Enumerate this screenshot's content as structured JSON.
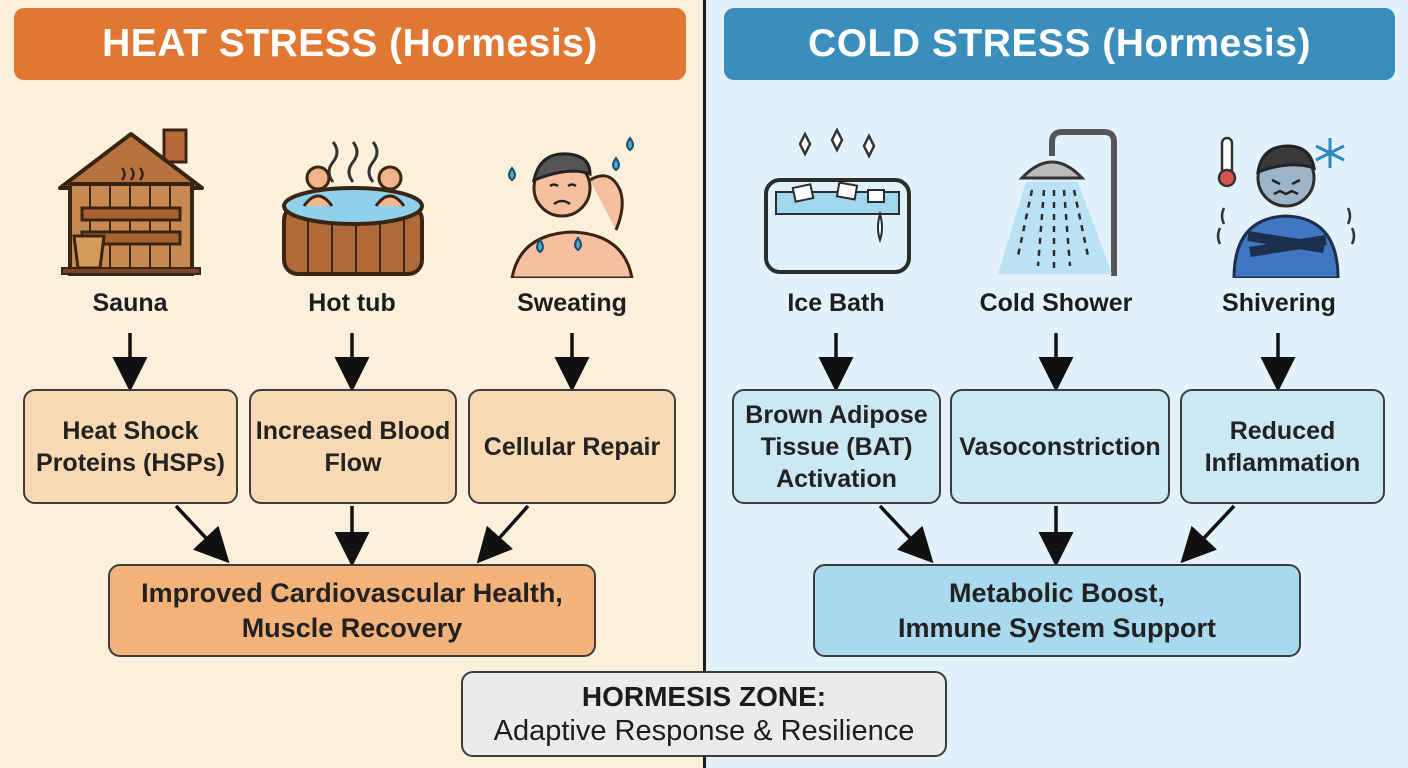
{
  "heat": {
    "banner": "HEAT STRESS (Hormesis)",
    "sources": [
      {
        "label": "Sauna",
        "icon": "sauna-icon"
      },
      {
        "label": "Hot tub",
        "icon": "hot-tub-icon"
      },
      {
        "label": "Sweating",
        "icon": "sweating-person-icon"
      }
    ],
    "effects": [
      "Heat Shock Proteins (HSPs)",
      "Increased Blood Flow",
      "Cellular Repair"
    ],
    "outcome": [
      "Improved Cardiovascular Health,",
      "Muscle Recovery"
    ]
  },
  "cold": {
    "banner": "COLD STRESS (Hormesis)",
    "sources": [
      {
        "label": "Ice Bath",
        "icon": "ice-bath-icon"
      },
      {
        "label": "Cold Shower",
        "icon": "shower-icon"
      },
      {
        "label": "Shivering",
        "icon": "shivering-person-icon"
      }
    ],
    "effects": [
      "Brown Adipose Tissue (BAT) Activation",
      "Vasoconstriction",
      "Reduced Inflammation"
    ],
    "outcome": [
      "Metabolic Boost,",
      "Immune System Support"
    ]
  },
  "zone": {
    "title": "HORMESIS ZONE:",
    "subtitle": "Adaptive Response & Resilience"
  },
  "colors": {
    "heat_banner": "#e07732",
    "heat_bg": "#fbf0dc",
    "heat_box": "#f9d9b4",
    "heat_outcome": "#f3b27a",
    "cold_banner": "#3b8dbb",
    "cold_bg": "#e3f2fa",
    "cold_box": "#cce8f4",
    "cold_outcome": "#a9d9ee"
  }
}
